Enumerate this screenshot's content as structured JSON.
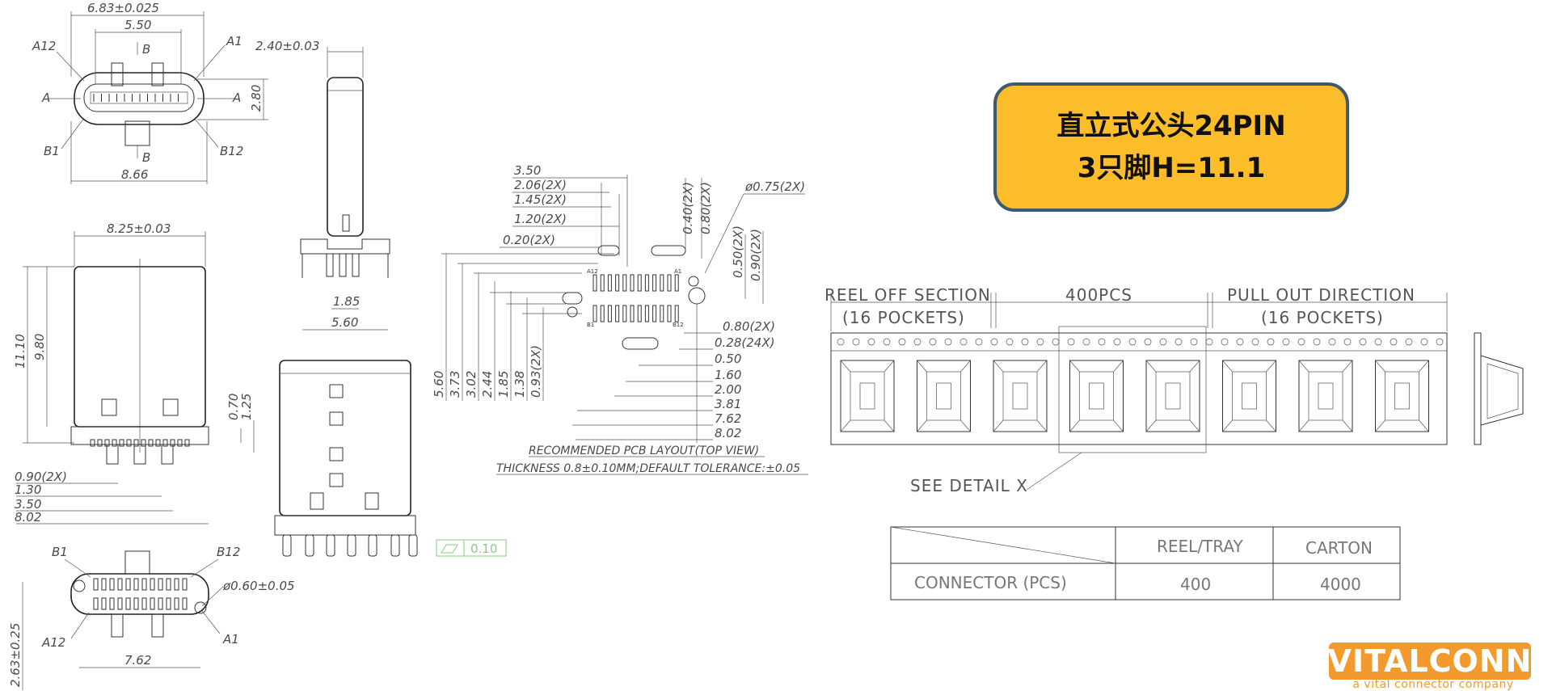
{
  "title": {
    "line1": "直立式公头24PIN",
    "line2": "3只脚H=11.1"
  },
  "logo": {
    "name": "VITALCONN",
    "tagline": "a vital connector company"
  },
  "front_view": {
    "d_width": "6.83±0.025",
    "d_inner": "5.50",
    "d_height": "2.80",
    "d_outer": "8.66",
    "pin_a12": "A12",
    "pin_a1": "A1",
    "pin_b1": "B1",
    "pin_b12": "B12",
    "sec_a_left": "A",
    "sec_a_right": "A",
    "sec_b_top": "B",
    "sec_b_bot": "B"
  },
  "side_view": {
    "d_thick": "2.40±0.03",
    "d_185": "1.85",
    "d_560": "5.60"
  },
  "main_view": {
    "d_width": "8.25±0.03",
    "d_1110": "11.10",
    "d_980": "9.80",
    "d_070": "0.70",
    "d_125": "1.25",
    "d_090": "0.90(2X)",
    "d_130": "1.30",
    "d_350": "3.50",
    "d_802": "8.02"
  },
  "bottom_view": {
    "pin_b1": "B1",
    "pin_b12": "B12",
    "pin_a12": "A12",
    "pin_a1": "A1",
    "d_hole": "ø0.60±0.05",
    "d_762": "7.62",
    "d_263": "2.63±0.25"
  },
  "rear_view": {
    "flatness": "0.10"
  },
  "pcb": {
    "d_350": "3.50",
    "d_206": "2.06(2X)",
    "d_145": "1.45(2X)",
    "d_120": "1.20(2X)",
    "d_020": "0.20(2X)",
    "d_040": "0.40(2X)",
    "d_080v": "0.80(2X)",
    "d_075": "ø0.75(2X)",
    "d_050v": "0.50(2X)",
    "d_090v": "0.90(2X)",
    "d_080h": "0.80(2X)",
    "d_028": "0.28(24X)",
    "d_050": "0.50",
    "d_160": "1.60",
    "d_200": "2.00",
    "d_381": "3.81",
    "d_762": "7.62",
    "d_802": "8.02",
    "d_560": "5.60",
    "d_373": "3.73",
    "d_302": "3.02",
    "d_244": "2.44",
    "d_185": "1.85",
    "d_138": "1.38",
    "d_093": "0.93(2X)",
    "lbl_a12": "A12",
    "lbl_a1": "A1",
    "lbl_b1": "B1",
    "lbl_b12": "B12",
    "caption": "RECOMMENDED PCB LAYOUT(TOP VIEW)",
    "thickness": "THICKNESS 0.8±0.10MM;DEFAULT TOLERANCE:±0.05"
  },
  "reel": {
    "reel_off": "REEL OFF SECTION",
    "pockets_left": "(16 POCKETS)",
    "qty": "400PCS",
    "pull_out": "PULL OUT DIRECTION",
    "pockets_right": "(16 POCKETS)",
    "detail": "SEE DETAIL X",
    "pocket_count": 8
  },
  "packing_table": {
    "headers": [
      "",
      "REEL/TRAY",
      "CARTON"
    ],
    "rows": [
      [
        "CONNECTOR (PCS)",
        "400",
        "4000"
      ]
    ]
  }
}
